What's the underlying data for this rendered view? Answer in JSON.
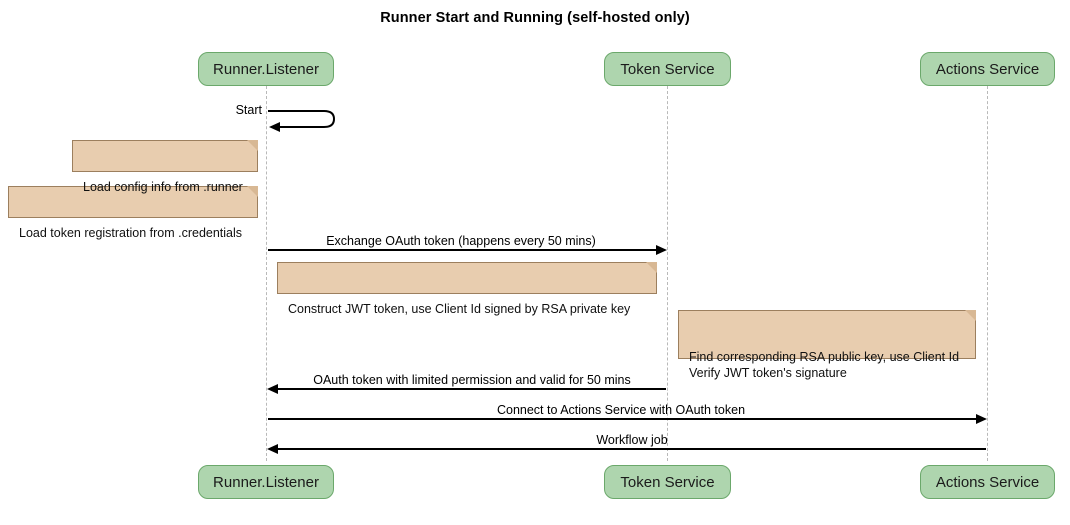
{
  "diagram": {
    "title": "Runner Start and Running (self-hosted only)",
    "type": "sequence-diagram",
    "colors": {
      "participant_fill": "#aed5ae",
      "participant_border": "#6ba86b",
      "note_fill": "#e8cdaf",
      "note_border": "#9c7f5e",
      "lifeline": "#b9b9b9",
      "message": "#000000",
      "background": "#ffffff"
    },
    "participants": [
      {
        "id": "runner",
        "label": "Runner.Listener"
      },
      {
        "id": "token",
        "label": "Token Service"
      },
      {
        "id": "actions",
        "label": "Actions Service"
      }
    ],
    "participants_bottom": [
      {
        "id": "runner",
        "label": "Runner.Listener"
      },
      {
        "id": "token",
        "label": "Token Service"
      },
      {
        "id": "actions",
        "label": "Actions Service"
      }
    ],
    "messages": [
      {
        "id": "start",
        "label": "Start",
        "kind": "self",
        "from": "runner",
        "to": "runner"
      },
      {
        "id": "exchange",
        "label": "Exchange OAuth token (happens every 50 mins)",
        "kind": "sync",
        "direction": "right",
        "from": "runner",
        "to": "token"
      },
      {
        "id": "oauth-return",
        "label": "OAuth token with limited permission and valid for 50 mins",
        "kind": "sync",
        "direction": "left",
        "from": "token",
        "to": "runner"
      },
      {
        "id": "connect",
        "label": "Connect to Actions Service with OAuth token",
        "kind": "sync",
        "direction": "right",
        "from": "runner",
        "to": "actions"
      },
      {
        "id": "workflow-job",
        "label": "Workflow job",
        "kind": "sync",
        "direction": "left",
        "from": "actions",
        "to": "runner"
      }
    ],
    "notes": [
      {
        "id": "note-config",
        "text": "Load config info from .runner",
        "attached_to": "runner"
      },
      {
        "id": "note-credentials",
        "text": "Load token registration from .credentials",
        "attached_to": "runner"
      },
      {
        "id": "note-jwt",
        "text": "Construct JWT token, use Client Id signed by RSA private key",
        "attached_to": "runner"
      },
      {
        "id": "note-verify",
        "text": "Find corresponding RSA public key, use Client Id\nVerify JWT token's signature",
        "attached_to": "token"
      }
    ]
  }
}
